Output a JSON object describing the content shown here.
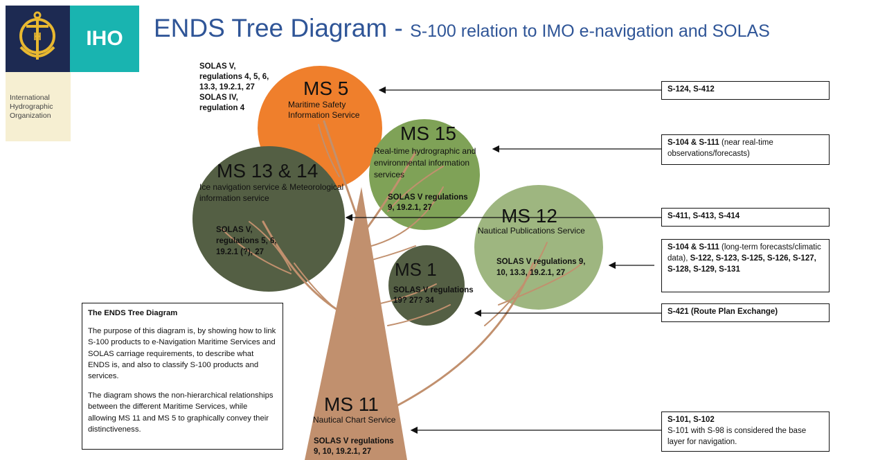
{
  "header": {
    "org_short": "IHO",
    "org_name": "International Hydrographic Organization",
    "title_main": "ENDS Tree Diagram",
    "title_sep": " - ",
    "title_sub": "S-100 relation to IMO e-navigation and SOLAS"
  },
  "colors": {
    "navy": "#1d2a52",
    "teal": "#19b4b0",
    "orange": "#ef7f2c",
    "green_light": "#7fa257",
    "green_dark": "#545f44",
    "green_pale": "#9eb680",
    "trunk": "#c1906e"
  },
  "nodes": {
    "ms5": {
      "title": "MS 5",
      "subtitle": "Maritime Safety Information Service",
      "solas": "SOLAS V, regulations 4, 5, 6, 13.3, 19.2.1, 27 SOLAS IV, regulation 4"
    },
    "ms15": {
      "title": "MS 15",
      "subtitle": "Real-time hydrographic and environmental information services",
      "solas": "SOLAS V regulations 9, 19.2.1, 27"
    },
    "ms13": {
      "title": "MS 13 & 14",
      "subtitle": "Ice navigation service & Meteorological information service",
      "solas": "SOLAS V, regulations  5, 6, 19.2.1 (?), 27"
    },
    "ms12": {
      "title": "MS 12",
      "subtitle": "Nautical Publications Service",
      "solas": "SOLAS V regulations 9, 10, 13.3, 19.2.1, 27"
    },
    "ms1": {
      "title": "MS 1",
      "solas": "SOLAS V regulations 19? 27? 34"
    },
    "ms11": {
      "title": "MS 11",
      "subtitle": "Nautical Chart Service",
      "solas": "SOLAS V regulations 9, 10, 19.2.1, 27"
    }
  },
  "products": {
    "p1": {
      "bold": "S-124, S-412",
      "rest": ""
    },
    "p2": {
      "bold": "S-104 & S-111",
      "rest": " (near real-time observations/forecasts)"
    },
    "p3": {
      "bold": "S-411, S-413, S-414",
      "rest": ""
    },
    "p4": {
      "bold": "S-104 & S-111",
      "rest": " (long-term forecasts/climatic data), ",
      "bold2": "S-122, S-123, S-125, S-126, S-127, S-128, S-129, S-131"
    },
    "p5": {
      "bold": "S-421 (Route Plan Exchange)",
      "rest": ""
    },
    "p6": {
      "bold": "S-101, S-102",
      "rest": "S-101 with S-98 is considered the base layer for navigation."
    }
  },
  "description": {
    "heading": "The ENDS Tree Diagram",
    "para1": "The purpose of this diagram is, by showing how to link S-100 products to e-Navigation Maritime Services and SOLAS carriage requirements, to describe what ENDS is, and also to classify S-100 products and services.",
    "para2": "The diagram shows the non-hierarchical relationships between the different Maritime Services, while allowing MS 11 and MS 5 to graphically convey their distinctiveness."
  }
}
